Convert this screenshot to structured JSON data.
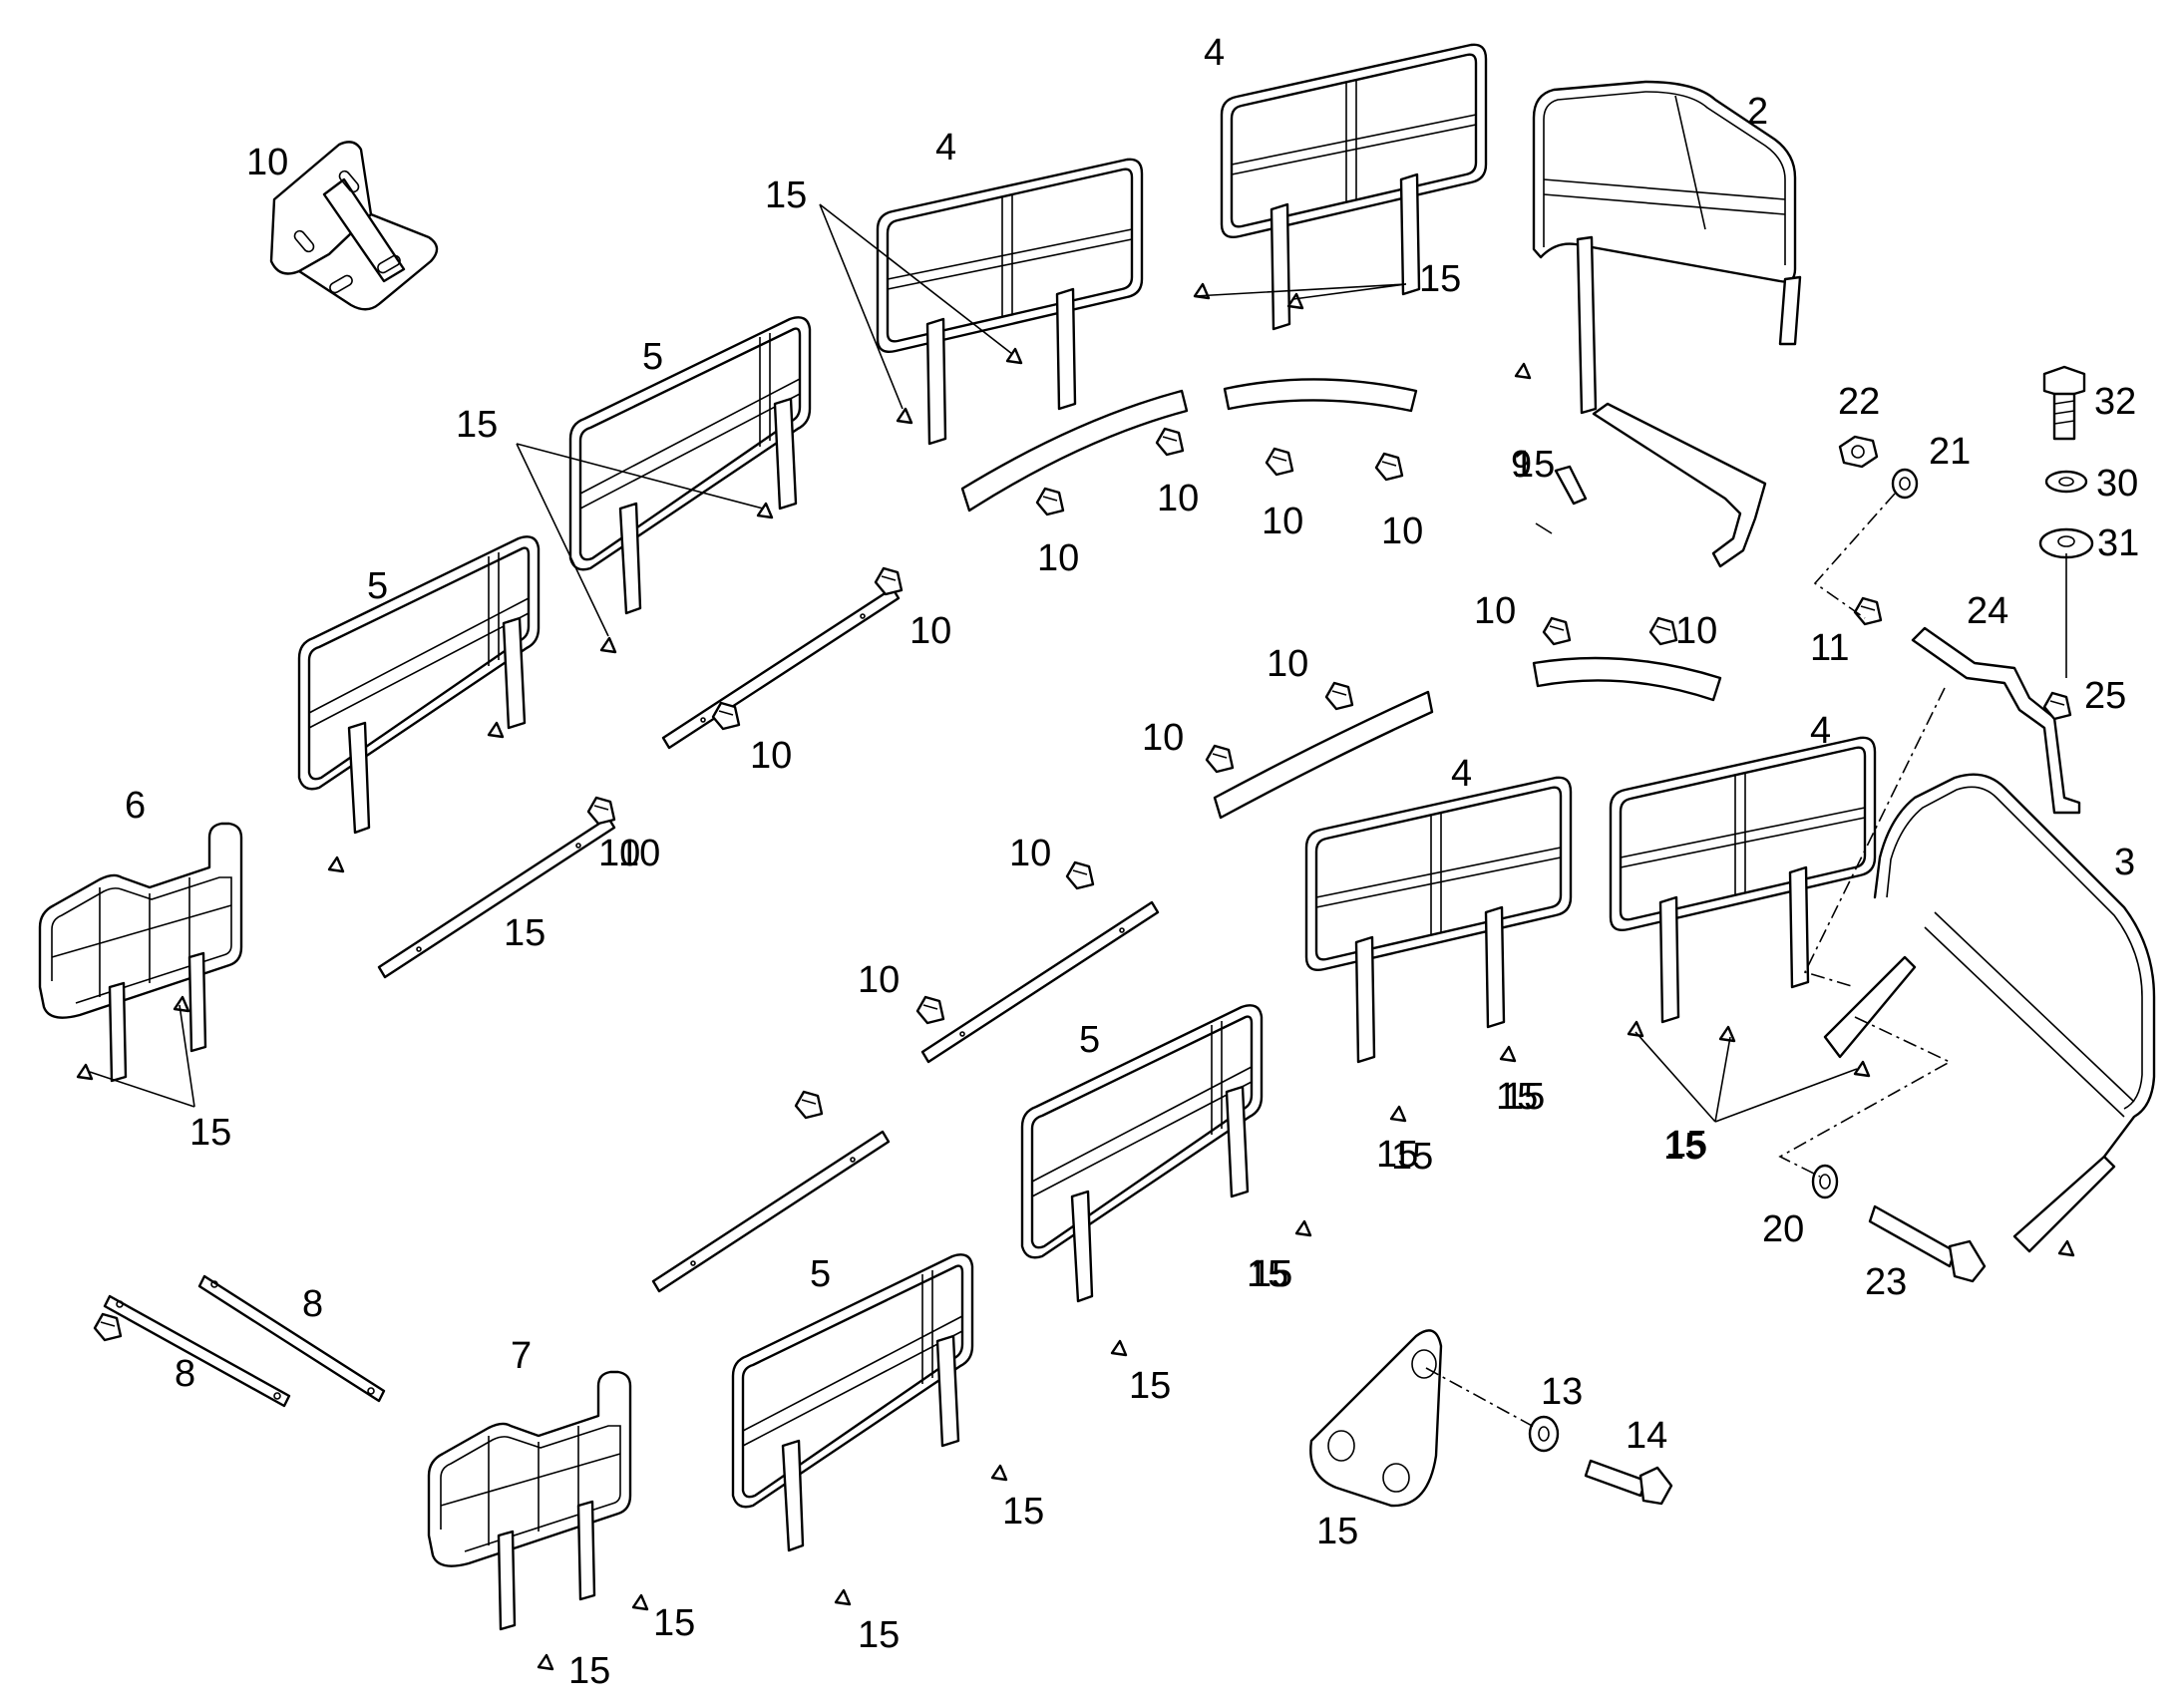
{
  "callouts": [
    "10",
    "4",
    "4",
    "2",
    "15",
    "15",
    "15",
    "5",
    "15",
    "5",
    "9",
    "22",
    "21",
    "32",
    "30",
    "31",
    "10",
    "10",
    "10",
    "10",
    "10",
    "10",
    "10",
    "11",
    "24",
    "25",
    "10",
    "10",
    "10",
    "10",
    "4",
    "4",
    "6",
    "15",
    "3",
    "10",
    "15",
    "10",
    "5",
    "10",
    "15",
    "15",
    "15",
    "8",
    "8",
    "7",
    "5",
    "15",
    "15",
    "15",
    "15",
    "15",
    "20",
    "23",
    "13",
    "14",
    "15",
    "15",
    "15",
    "15",
    "15",
    "15"
  ]
}
